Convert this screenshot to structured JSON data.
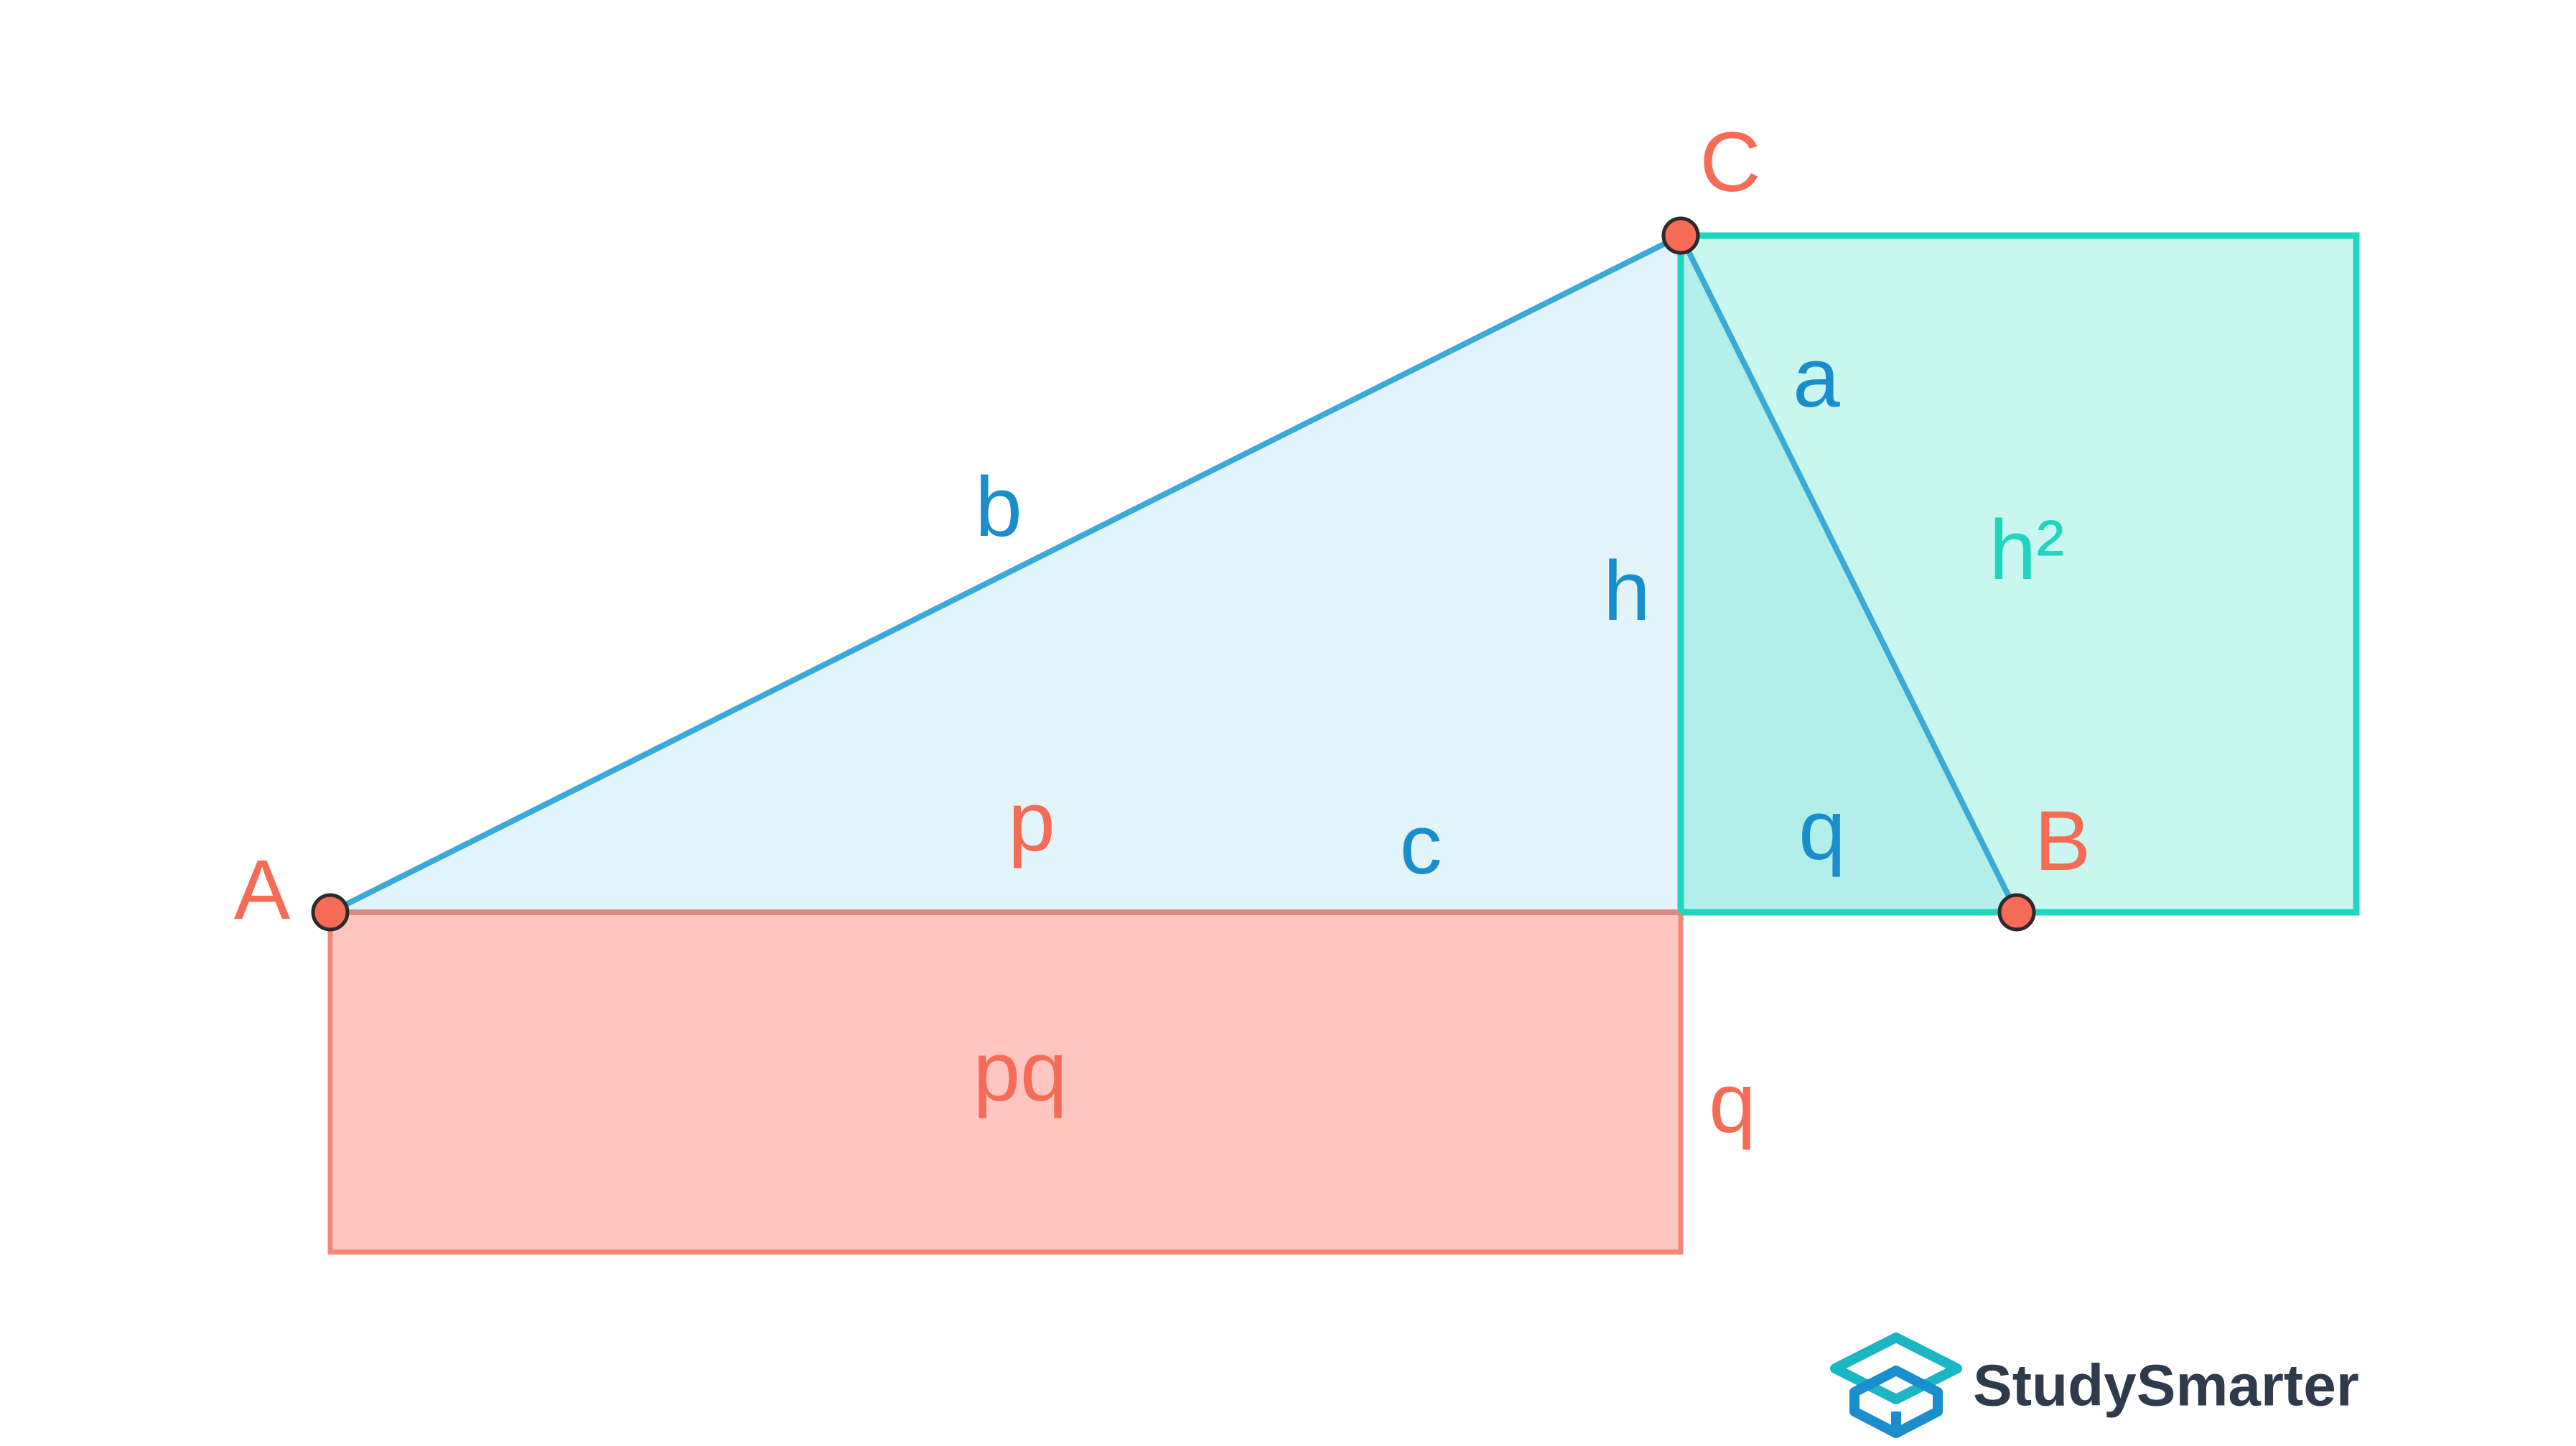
{
  "colors": {
    "triangle_fill": "#e3f3fa",
    "triangle_stroke": "#3aaad8",
    "square_fill": "#c9f6ef",
    "square_stroke": "#1ed6bd",
    "overlap_fill": "#b2eeea",
    "rect_fill": "#ffc6c0",
    "rect_stroke": "#f3877a",
    "point_fill": "#f66b56",
    "point_stroke": "#2b2b2b",
    "label_blue": "#1a8ecd",
    "label_red": "#f66b56",
    "label_teal": "#1ed6bd",
    "brand_text": "#2f3a4c",
    "brand_icon": "#1bb6c4"
  },
  "points": {
    "A": "A",
    "B": "B",
    "C": "C"
  },
  "sides": {
    "a": "a",
    "b": "b",
    "c": "c",
    "h": "h"
  },
  "segments": {
    "p": "p",
    "q_bottom": "q",
    "q_rect_side": "q"
  },
  "areas": {
    "h_squared": "h²",
    "pq": "pq"
  },
  "brand": {
    "name": "StudySmarter",
    "icon": "studysmarter-box-icon"
  }
}
